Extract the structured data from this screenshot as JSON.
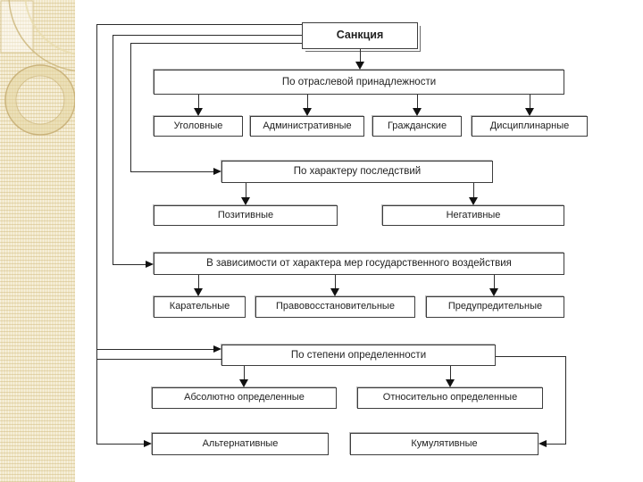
{
  "slide": {
    "kind": "classification-flowchart",
    "language": "ru"
  },
  "colors": {
    "background": "#ffffff",
    "strip_background": "#f0e6c6",
    "strip_ornament": "#c9b276",
    "box_border": "#3d3d3d",
    "connector": "#2b2b2b",
    "text": "#1f1f1f"
  },
  "diagram": {
    "root_label": "Санкция",
    "groups": [
      {
        "label": "По отраслевой принадлежности",
        "children": [
          "Уголовные",
          "Административные",
          "Гражданские",
          "Дисциплинарные"
        ]
      },
      {
        "label": "По характеру последствий",
        "children": [
          "Позитивные",
          "Негативные"
        ]
      },
      {
        "label": "В зависимости от характера мер государственного воздействия",
        "children": [
          "Карательные",
          "Правовосстановительные",
          "Предупредительные"
        ]
      },
      {
        "label": "По степени определенности",
        "children": [
          "Абсолютно определенные",
          "Относительно определенные",
          "Альтернативные",
          "Кумулятивные"
        ]
      }
    ]
  }
}
